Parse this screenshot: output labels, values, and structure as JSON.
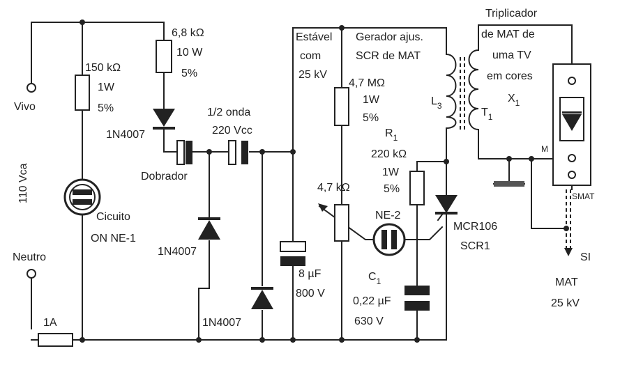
{
  "labels": {
    "vivo": "Vivo",
    "neutro": "Neutro",
    "vca": "110 Vca",
    "fuse": "1A",
    "r150_value": "150 kΩ",
    "r150_power": "1W",
    "r150_tol": "5%",
    "neon_name_1": "Cicuito",
    "neon_name_2": "ON NE-1",
    "r68_value": "6,8 kΩ",
    "r68_power": "10 W",
    "r68_tol": "5%",
    "d1_part": "1N4007",
    "doubler": "Dobrador",
    "half_wave": "1/2 onda",
    "vcc": "220 Vcc",
    "d2_part": "1N4007",
    "d3_part": "1N4007",
    "stable_1": "Estável",
    "stable_2": "com",
    "stable_3": "25 kV",
    "cap8_value": "8 µF",
    "cap8_voltage": "800 V",
    "gen_1": "Gerador ajus.",
    "gen_2": "SCR de MAT",
    "r47m_value": "4,7 MΩ",
    "r47m_power": "1W",
    "r47m_tol": "5%",
    "pot_value": "4,7 kΩ",
    "ne2": "NE-2",
    "c1_name": "C",
    "c1_sub": "1",
    "c1_value": "0,22 µF",
    "c1_voltage": "630 V",
    "r1_name": "R",
    "r1_sub": "1",
    "r1_value": "220 kΩ",
    "r1_power": "1W",
    "r1_tol": "5%",
    "l3_name": "L",
    "l3_sub": "3",
    "t1_name": "T",
    "t1_sub": "1",
    "scr_part": "MCR106",
    "scr_name": "SCR1",
    "tripler_1": "Triplicador",
    "tripler_2": "de MAT de",
    "tripler_3": "uma TV",
    "tripler_4": "em cores",
    "x1_name": "X",
    "x1_sub": "1",
    "m_label": "M",
    "smat": "SMAT",
    "si": "SI",
    "mat_1": "MAT",
    "mat_2": "25 kV"
  }
}
